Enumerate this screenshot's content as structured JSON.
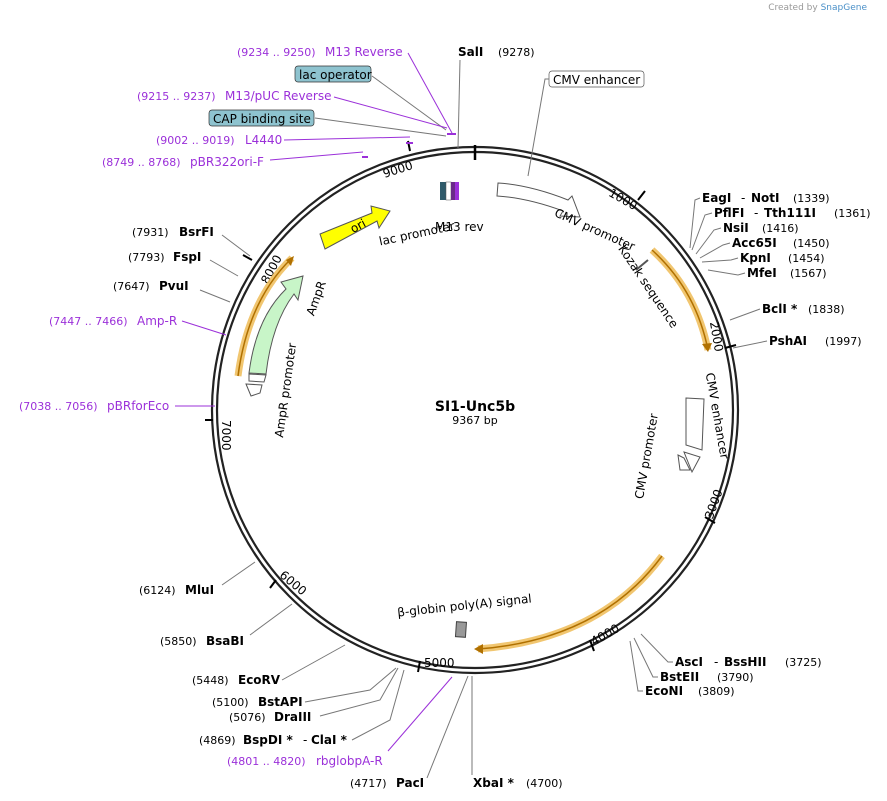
{
  "brand": {
    "created_by": "Created by",
    "name": "SnapGene"
  },
  "plasmid": {
    "name": "SI1-Unc5b",
    "size": "9367 bp"
  },
  "ticks": [
    "1000",
    "2000",
    "3000",
    "4000",
    "5000",
    "6000",
    "7000",
    "8000",
    "9000"
  ],
  "sites": [
    {
      "name": "SalI",
      "pos": "(9278)"
    },
    {
      "name": "EagI",
      "name2": "NotI",
      "pos": "(1339)"
    },
    {
      "name": "PflFI",
      "name2": "Tth111I",
      "pos": "(1361)"
    },
    {
      "name": "NsiI",
      "pos": "(1416)"
    },
    {
      "name": "Acc65I",
      "pos": "(1450)"
    },
    {
      "name": "KpnI",
      "pos": "(1454)"
    },
    {
      "name": "MfeI",
      "pos": "(1567)"
    },
    {
      "name": "BclI *",
      "pos": "(1838)"
    },
    {
      "name": "PshAI",
      "pos": "(1997)"
    },
    {
      "name": "AscI",
      "name2": "BssHII",
      "pos": "(3725)"
    },
    {
      "name": "BstEII",
      "pos": "(3790)"
    },
    {
      "name": "EcoNI",
      "pos": "(3809)"
    },
    {
      "name": "XbaI *",
      "pos": "(4700)"
    },
    {
      "name": "PacI",
      "pos": "(4717)"
    },
    {
      "name": "BspDI *",
      "name2": "ClaI *",
      "pos": "(4869)"
    },
    {
      "name": "DraIII",
      "pos": "(5076)"
    },
    {
      "name": "BstAPI",
      "pos": "(5100)"
    },
    {
      "name": "EcoRV",
      "pos": "(5448)"
    },
    {
      "name": "BsaBI",
      "pos": "(5850)"
    },
    {
      "name": "MluI",
      "pos": "(6124)"
    },
    {
      "name": "PvuI",
      "pos": "(7647)"
    },
    {
      "name": "FspI",
      "pos": "(7793)"
    },
    {
      "name": "BsrFI",
      "pos": "(7931)"
    }
  ],
  "primers": [
    {
      "name": "M13 Reverse",
      "range": "(9234 .. 9250)"
    },
    {
      "name": "M13/pUC Reverse",
      "range": "(9215 .. 9237)"
    },
    {
      "name": "L4440",
      "range": "(9002 .. 9019)"
    },
    {
      "name": "pBR322ori-F",
      "range": "(8749 .. 8768)"
    },
    {
      "name": "Amp-R",
      "range": "(7447 .. 7466)"
    },
    {
      "name": "pBRforEco",
      "range": "(7038 .. 7056)"
    },
    {
      "name": "rbglobpA-R",
      "range": "(4801 .. 4820)"
    }
  ],
  "boxed_features": {
    "lac_operator": "lac operator",
    "cap_binding_site": "CAP binding site",
    "cmv_enhancer": "CMV enhancer"
  },
  "features": {
    "ori": "ori",
    "ampr": "AmpR",
    "ampr_promoter": "AmpR promoter",
    "lac_promoter": "lac promoter",
    "m13_rev": "M13 rev",
    "cmv_promoter": "CMV promoter",
    "kozak": "Kozak sequence",
    "cmv_enhancer_inner": "CMV enhancer",
    "cmv_promoter_inner": "CMV promoter",
    "globin": "β-globin poly(A) signal"
  },
  "colors": {
    "backbone": "#222222",
    "ori": "#ffff00",
    "ampr": "#c8f5c8",
    "highlight": "#f0c060",
    "arrow_dark": "#b07000",
    "primer": "#9b30d9",
    "box_fill": "#8ec3cf"
  }
}
